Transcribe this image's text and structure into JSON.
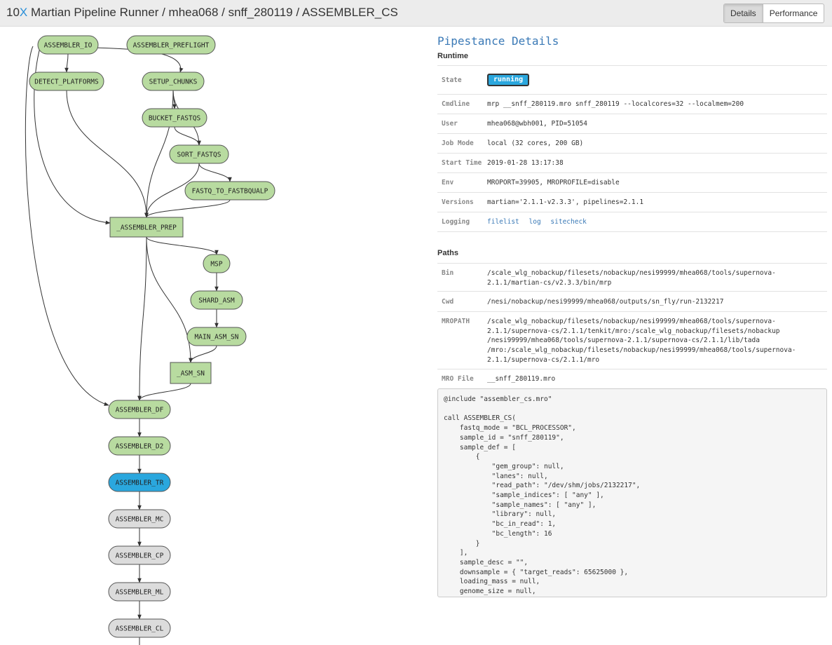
{
  "header": {
    "brand_prefix": "10",
    "brand_x": "X",
    "title": " Martian Pipeline Runner / mhea068 / snff_280119 / ASSEMBLER_CS",
    "tabs": [
      "Details",
      "Performance"
    ]
  },
  "graph": {
    "colors": {
      "complete": "#b8dba0",
      "running": "#2aa7de",
      "waiting": "#dcdcdc",
      "border": "#555"
    },
    "nodes": [
      {
        "id": "ASSEMBLER_IO",
        "label": "ASSEMBLER_IO",
        "state": "complete",
        "shape": "oval"
      },
      {
        "id": "ASSEMBLER_PREFLIGHT",
        "label": "ASSEMBLER_PREFLIGHT",
        "state": "complete",
        "shape": "oval"
      },
      {
        "id": "DETECT_PLATFORMS",
        "label": "DETECT_PLATFORMS",
        "state": "complete",
        "shape": "oval"
      },
      {
        "id": "SETUP_CHUNKS",
        "label": "SETUP_CHUNKS",
        "state": "complete",
        "shape": "oval"
      },
      {
        "id": "BUCKET_FASTQS",
        "label": "BUCKET_FASTQS",
        "state": "complete",
        "shape": "oval"
      },
      {
        "id": "SORT_FASTQS",
        "label": "SORT_FASTQS",
        "state": "complete",
        "shape": "oval"
      },
      {
        "id": "FASTQ_TO_FASTBQUALP",
        "label": "FASTQ_TO_FASTBQUALP",
        "state": "complete",
        "shape": "oval"
      },
      {
        "id": "_ASSEMBLER_PREP",
        "label": "_ASSEMBLER_PREP",
        "state": "complete",
        "shape": "box"
      },
      {
        "id": "MSP",
        "label": "MSP",
        "state": "complete",
        "shape": "oval"
      },
      {
        "id": "SHARD_ASM",
        "label": "SHARD_ASM",
        "state": "complete",
        "shape": "oval"
      },
      {
        "id": "MAIN_ASM_SN",
        "label": "MAIN_ASM_SN",
        "state": "complete",
        "shape": "oval"
      },
      {
        "id": "_ASM_SN",
        "label": "_ASM_SN",
        "state": "complete",
        "shape": "box"
      },
      {
        "id": "ASSEMBLER_DF",
        "label": "ASSEMBLER_DF",
        "state": "complete",
        "shape": "oval"
      },
      {
        "id": "ASSEMBLER_D2",
        "label": "ASSEMBLER_D2",
        "state": "complete",
        "shape": "oval"
      },
      {
        "id": "ASSEMBLER_TR",
        "label": "ASSEMBLER_TR",
        "state": "running",
        "shape": "oval"
      },
      {
        "id": "ASSEMBLER_MC",
        "label": "ASSEMBLER_MC",
        "state": "waiting",
        "shape": "oval"
      },
      {
        "id": "ASSEMBLER_CP",
        "label": "ASSEMBLER_CP",
        "state": "waiting",
        "shape": "oval"
      },
      {
        "id": "ASSEMBLER_ML",
        "label": "ASSEMBLER_ML",
        "state": "waiting",
        "shape": "oval"
      },
      {
        "id": "ASSEMBLER_CL",
        "label": "ASSEMBLER_CL",
        "state": "waiting",
        "shape": "oval"
      }
    ],
    "edges": [
      [
        "ASSEMBLER_IO",
        "DETECT_PLATFORMS"
      ],
      [
        "ASSEMBLER_IO",
        "SETUP_CHUNKS"
      ],
      [
        "ASSEMBLER_IO",
        "_ASSEMBLER_PREP"
      ],
      [
        "ASSEMBLER_IO",
        "ASSEMBLER_DF"
      ],
      [
        "DETECT_PLATFORMS",
        "_ASSEMBLER_PREP"
      ],
      [
        "SETUP_CHUNKS",
        "BUCKET_FASTQS"
      ],
      [
        "SETUP_CHUNKS",
        "SORT_FASTQS"
      ],
      [
        "SETUP_CHUNKS",
        "_ASSEMBLER_PREP"
      ],
      [
        "BUCKET_FASTQS",
        "SORT_FASTQS"
      ],
      [
        "SORT_FASTQS",
        "FASTQ_TO_FASTBQUALP"
      ],
      [
        "SORT_FASTQS",
        "_ASSEMBLER_PREP"
      ],
      [
        "FASTQ_TO_FASTBQUALP",
        "_ASSEMBLER_PREP"
      ],
      [
        "_ASSEMBLER_PREP",
        "MSP"
      ],
      [
        "_ASSEMBLER_PREP",
        "ASSEMBLER_DF"
      ],
      [
        "_ASSEMBLER_PREP",
        "_ASM_SN"
      ],
      [
        "MSP",
        "SHARD_ASM"
      ],
      [
        "SHARD_ASM",
        "MAIN_ASM_SN"
      ],
      [
        "MAIN_ASM_SN",
        "_ASM_SN"
      ],
      [
        "_ASM_SN",
        "ASSEMBLER_DF"
      ],
      [
        "ASSEMBLER_DF",
        "ASSEMBLER_D2"
      ],
      [
        "ASSEMBLER_D2",
        "ASSEMBLER_TR"
      ],
      [
        "ASSEMBLER_TR",
        "ASSEMBLER_MC"
      ],
      [
        "ASSEMBLER_MC",
        "ASSEMBLER_CP"
      ],
      [
        "ASSEMBLER_CP",
        "ASSEMBLER_ML"
      ],
      [
        "ASSEMBLER_ML",
        "ASSEMBLER_CL"
      ]
    ]
  },
  "details": {
    "heading": "Pipestance Details",
    "runtime_heading": "Runtime",
    "state_label": "State",
    "state_value": "running",
    "cmdline_label": "Cmdline",
    "cmdline_value": "mrp __snff_280119.mro snff_280119 --localcores=32 --localmem=200",
    "user_label": "User",
    "user_value": "mhea068@wbh001, PID=51054",
    "jobmode_label": "Job Mode",
    "jobmode_value": "local (32 cores, 200 GB)",
    "starttime_label": "Start Time",
    "starttime_value": "2019-01-28 13:17:38",
    "env_label": "Env",
    "env_value": "MROPORT=39905, MROPROFILE=disable",
    "versions_label": "Versions",
    "versions_value": "martian='2.1.1-v2.3.3', pipelines=2.1.1",
    "logging_label": "Logging",
    "logging_links": [
      "filelist",
      "log",
      "sitecheck"
    ],
    "paths_heading": "Paths",
    "bin_label": "Bin",
    "bin_value": "/scale_wlg_nobackup/filesets/nobackup/nesi99999/mhea068/tools/supernova-\n2.1.1/martian-cs/v2.3.3/bin/mrp",
    "cwd_label": "Cwd",
    "cwd_value": "/nesi/nobackup/nesi99999/mhea068/outputs/sn_fly/run-2132217",
    "mropath_label": "MROPATH",
    "mropath_value": "/scale_wlg_nobackup/filesets/nobackup/nesi99999/mhea068/tools/supernova-\n2.1.1/supernova-cs/2.1.1/tenkit/mro:/scale_wlg_nobackup/filesets/nobackup\n/nesi99999/mhea068/tools/supernova-2.1.1/supernova-cs/2.1.1/lib/tada\n/mro:/scale_wlg_nobackup/filesets/nobackup/nesi99999/mhea068/tools/supernova-\n2.1.1/supernova-cs/2.1.1/mro",
    "mrofile_label": "MRO File",
    "mrofile_value": "__snff_280119.mro",
    "mro_source": "@include \"assembler_cs.mro\"\n\ncall ASSEMBLER_CS(\n    fastq_mode = \"BCL_PROCESSOR\",\n    sample_id = \"snff_280119\",\n    sample_def = [\n        {\n            \"gem_group\": null,\n            \"lanes\": null,\n            \"read_path\": \"/dev/shm/jobs/2132217\",\n            \"sample_indices\": [ \"any\" ],\n            \"sample_names\": [ \"any\" ],\n            \"library\": null,\n            \"bc_in_read\": 1,\n            \"bc_length\": 16\n        }\n    ],\n    sample_desc = \"\",\n    downsample = { \"target_reads\": 65625000 },\n    loading_mass = null,\n    genome_size = null,\n    nodebugmem = false,\n)"
  }
}
